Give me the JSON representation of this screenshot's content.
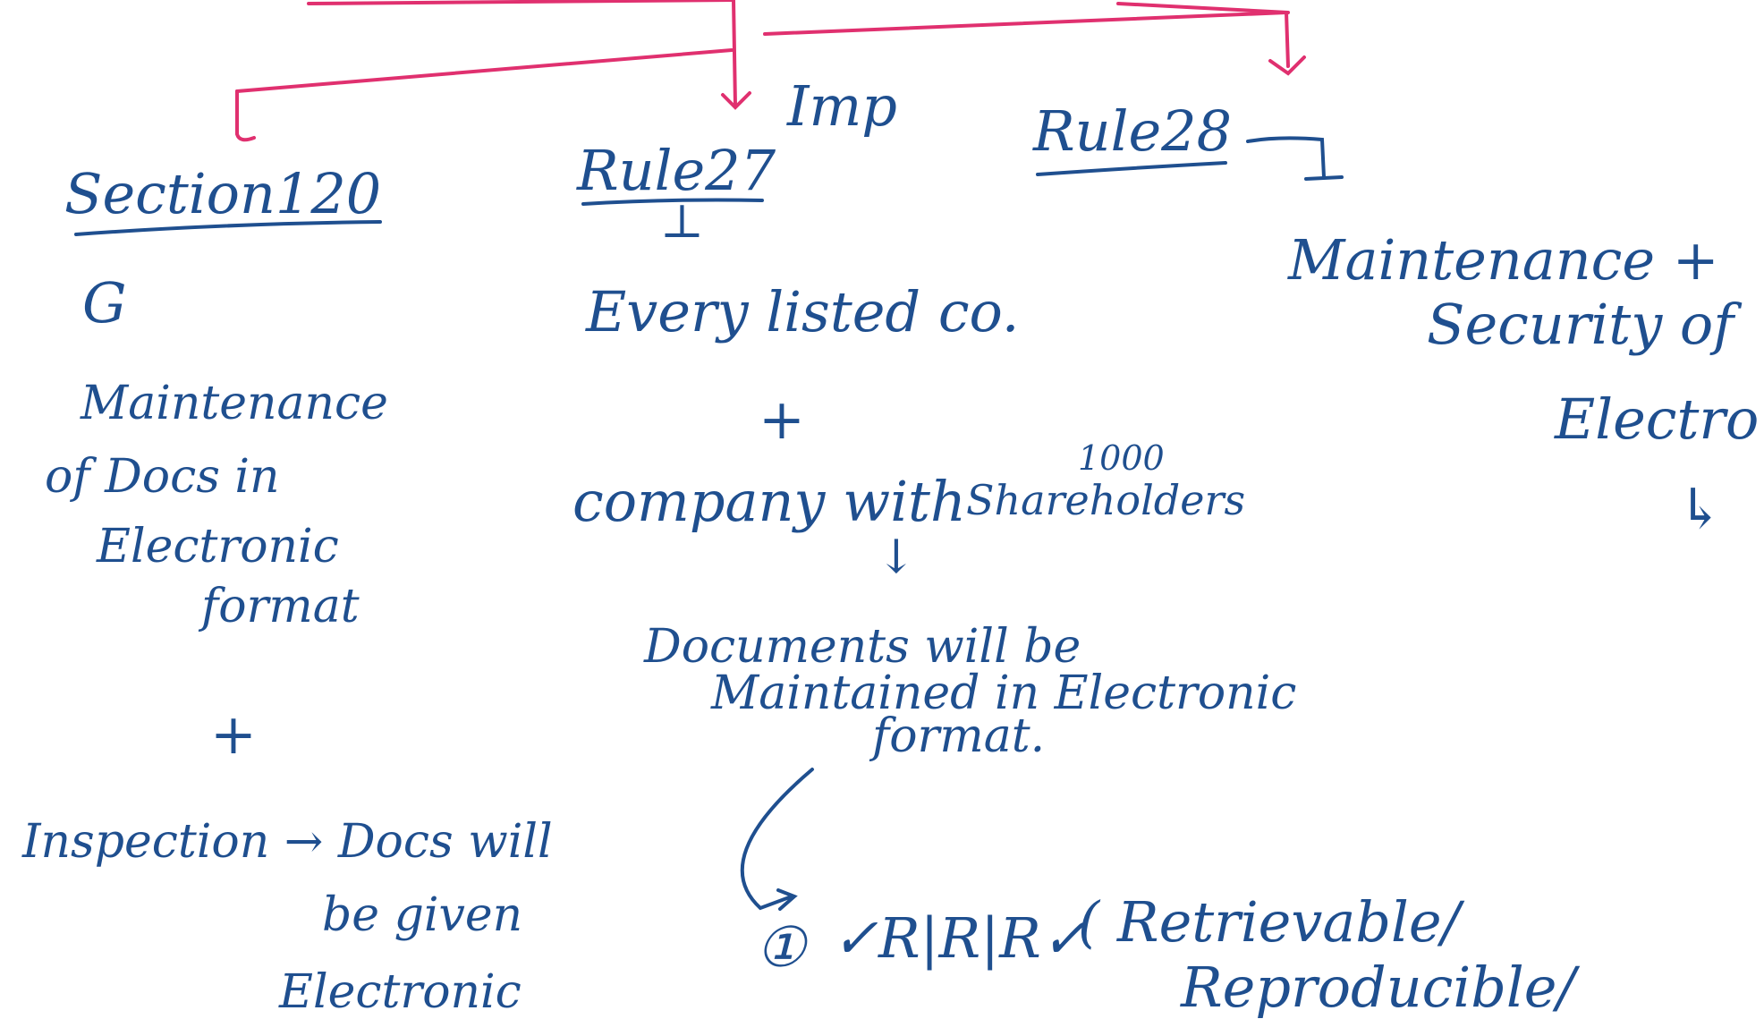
{
  "colors": {
    "ink": "#1f4f8f",
    "connector": "#e0306f",
    "background": "#ffffff"
  },
  "branches": {
    "left": {
      "heading": "Section120",
      "marker": "G",
      "body_lines": [
        "Maintenance",
        "of Docs in",
        "Electronic",
        "format"
      ],
      "plus": "+",
      "inspection_arrow": "Inspection → Docs will",
      "inspection_lines": [
        "be given",
        "Electronic"
      ]
    },
    "middle": {
      "heading": "Rule27",
      "side_note": "Imp",
      "down_tick": "⊥",
      "line1": "Every listed co.",
      "plus": "+",
      "line2_a": "company with",
      "line2_b": "1000",
      "line2_c": "Shareholders",
      "down_arrow": "↓",
      "line3": "Documents will be",
      "line4": "Maintained in Electronic",
      "line5": "format.",
      "item_marker": "①",
      "item_code": "✓R|R|R✓",
      "item_text_a": "( Retrievable/",
      "item_text_b": "Reproducible/"
    },
    "right": {
      "heading": "Rule28",
      "body_lines": [
        "Maintenance +",
        "Security of",
        "Electro"
      ],
      "arrow": "↳"
    }
  }
}
